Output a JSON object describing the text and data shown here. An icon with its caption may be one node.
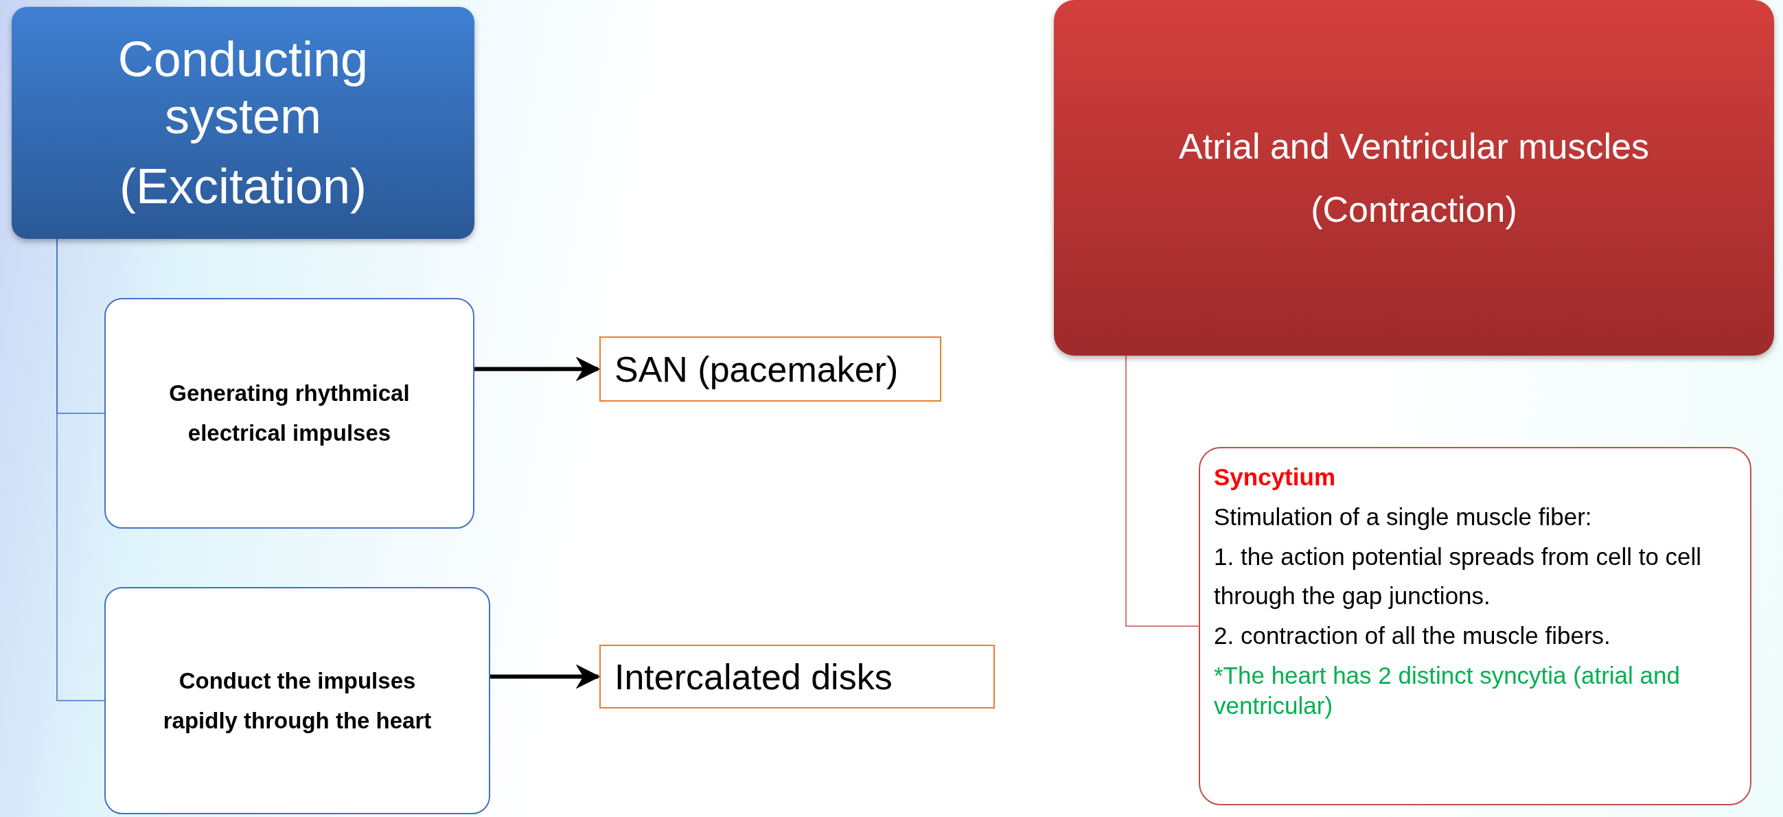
{
  "diagram": {
    "nodes": [
      {
        "text": [
          "Conducting system",
          "(Excitation)"
        ]
      },
      {
        "text": [
          "Generating rhythmical electrical impulses"
        ]
      },
      {
        "text": [
          "SAN (pacemaker)"
        ]
      },
      {
        "text": [
          "Conduct the impulses rapidly through the heart"
        ]
      },
      {
        "text": [
          "Intercalated disks"
        ]
      },
      {
        "text": [
          "Atrial and Ventricular muscles",
          "(Contraction)"
        ]
      },
      {
        "text": [
          "Syncytium",
          "Stimulation of a single muscle fiber:",
          "1. the action potential spreads from cell to cell",
          "through the gap junctions.",
          "2. contraction of all the muscle fibers.",
          "*The heart has 2 distinct syncytia (atrial and ventricular)"
        ]
      }
    ],
    "edges": [
      {
        "from": 0,
        "to": 1,
        "arrow": "none",
        "color": "#4472c4"
      },
      {
        "from": 0,
        "to": 3,
        "arrow": "none",
        "color": "#4472c4"
      },
      {
        "from": 1,
        "to": 2,
        "arrow": "to",
        "style": "thick",
        "color": "#000000"
      },
      {
        "from": 3,
        "to": 4,
        "arrow": "to",
        "style": "thick",
        "color": "#000000"
      },
      {
        "from": 5,
        "to": 6,
        "arrow": "none",
        "color": "#c0504d"
      }
    ]
  }
}
